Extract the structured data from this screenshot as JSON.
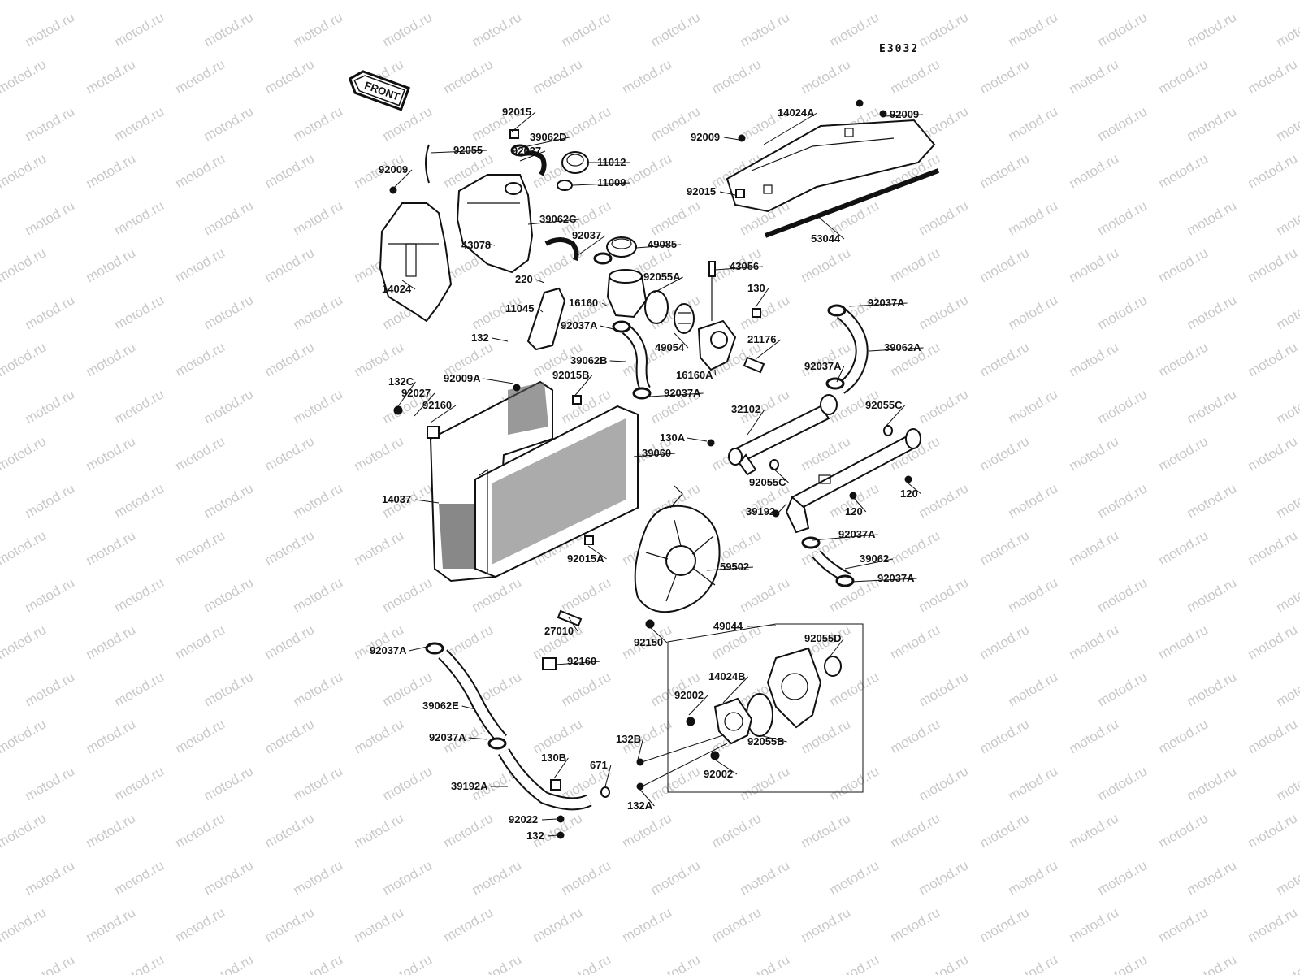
{
  "diagram_code": "E3032",
  "front_label": "FRONT",
  "watermark": "motod.ru",
  "colors": {
    "ink": "#111111",
    "watermark": "#c9c9c9",
    "background": "#ffffff"
  },
  "labels": [
    "92015",
    "39062D",
    "92037",
    "11012",
    "11009",
    "92055",
    "92009",
    "43078",
    "39062C",
    "92037",
    "14024",
    "49085",
    "220",
    "11045",
    "16160",
    "92055A",
    "132",
    "92037A",
    "14024A",
    "92009",
    "92009",
    "92015",
    "53044",
    "43056",
    "130",
    "92037A",
    "21176",
    "39062A",
    "49054",
    "16160A",
    "39062B",
    "92037A",
    "92037A",
    "92009A",
    "92015B",
    "132C",
    "92027",
    "92160",
    "32102",
    "92055C",
    "130A",
    "39060",
    "92055C",
    "14037",
    "39192",
    "120",
    "120",
    "92037A",
    "39062",
    "92037A",
    "92015A",
    "59502",
    "27010",
    "92150",
    "92160",
    "92037A",
    "49044",
    "92055D",
    "14024B",
    "92002",
    "39062E",
    "92037A",
    "132B",
    "92055B",
    "92002",
    "130B",
    "671",
    "39192A",
    "132A",
    "92022",
    "132"
  ]
}
